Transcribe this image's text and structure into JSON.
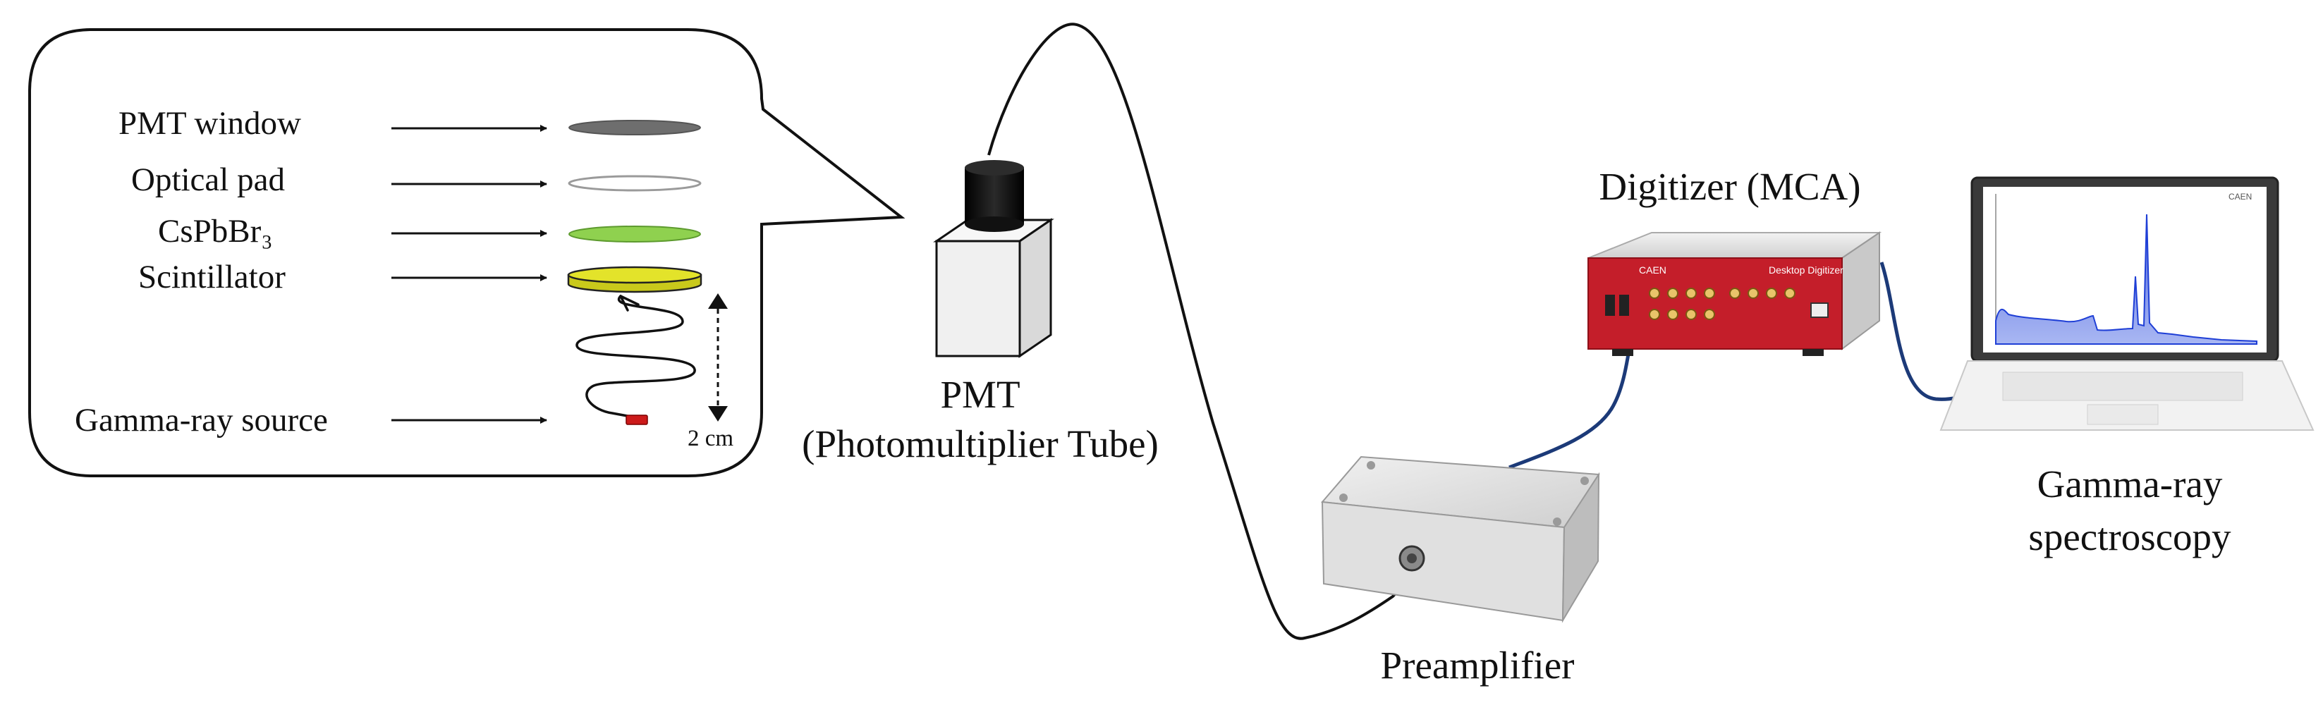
{
  "callout": {
    "layers": [
      {
        "label": "PMT window",
        "shape": "ellipse",
        "fill": "#6e6e6e",
        "stroke": "#5a5a5a"
      },
      {
        "label": "Optical pad",
        "shape": "ellipse",
        "fill": "#ffffff",
        "stroke": "#9a9a9a"
      },
      {
        "label": "CsPbBr₃",
        "shape": "ellipse",
        "fill": "#8fd14f",
        "stroke": "#5d9a2e"
      },
      {
        "label": "Scintillator",
        "shape": "disk",
        "fill": "#e3e32a",
        "stroke": "#222222"
      }
    ],
    "source_label": "Gamma-ray source",
    "source_color": "#cc1a1a",
    "distance_label": "2 cm"
  },
  "devices": {
    "pmt": {
      "label_line1": "PMT",
      "label_line2": "(Photomultiplier Tube)"
    },
    "digitizer": {
      "label": "Digitizer (MCA)",
      "body_color": "#c41e2a",
      "brand": "CAEN",
      "model": "Desktop Digitizer"
    },
    "preamplifier": {
      "label": "Preamplifier",
      "body_color": "#dcdcdc"
    },
    "laptop": {
      "label_line1": "Gamma-ray",
      "label_line2": "spectroscopy",
      "brand": "CAEN",
      "spectrum_color": "#1f3fd6"
    }
  },
  "colors": {
    "cable_dark": "#111111",
    "cable_blue": "#1c3a78",
    "pmt_cap": "#111111",
    "pmt_body": "#f0f0f0"
  }
}
